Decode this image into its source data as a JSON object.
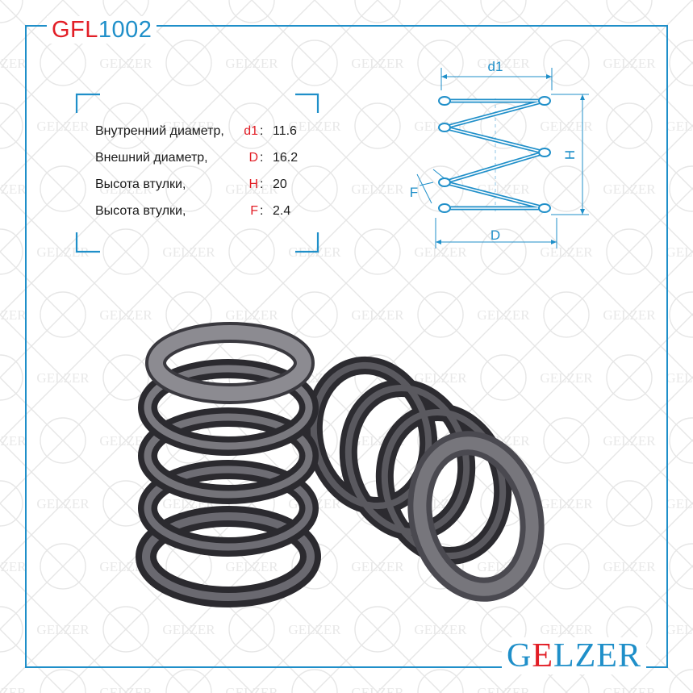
{
  "header": {
    "code_prefix": "GFL",
    "code_number": "1002"
  },
  "brand": {
    "part1": "G",
    "part2": "E",
    "part3": "LZER",
    "watermark": "GELZER"
  },
  "specs": [
    {
      "label": "Внутренний диаметр,",
      "symbol": "d1",
      "colon": ":",
      "value": "11.6"
    },
    {
      "label": "Внешний диаметр,",
      "symbol": "D",
      "colon": ":",
      "value": "16.2"
    },
    {
      "label": "Высота втулки,",
      "symbol": "H",
      "colon": ":",
      "value": "20"
    },
    {
      "label": "Высота втулки,",
      "symbol": "F",
      "colon": ":",
      "value": "2.4"
    }
  ],
  "diagram": {
    "label_d1": "d1",
    "label_H": "H",
    "label_F": "F",
    "label_D": "D"
  },
  "colors": {
    "accent": "#1f8fc9",
    "brand_red": "#e21e26",
    "watermark": "#e8e8e8",
    "spring_metal": "#6b6a6f"
  },
  "icons": {
    "spring_diagram": "spring-diagram-icon",
    "product_photo": "spring-photo-icon"
  }
}
